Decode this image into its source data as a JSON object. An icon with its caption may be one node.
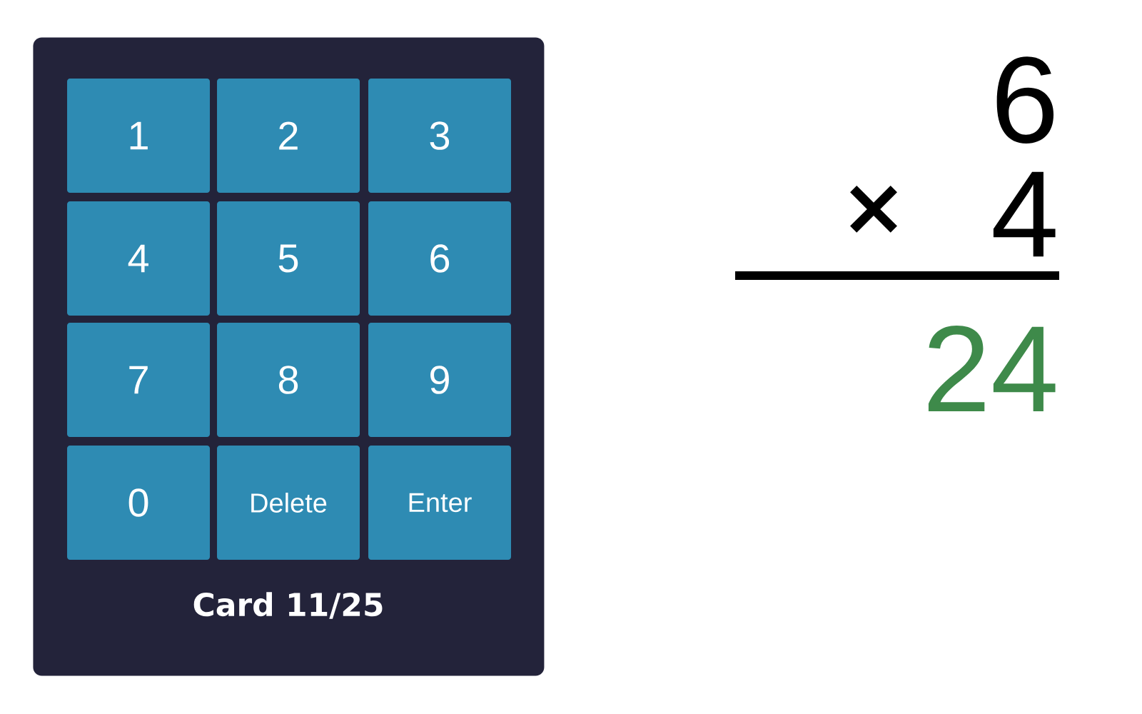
{
  "diagram": {
    "nodes": [
      {
        "text": [
          "Card 11/25"
        ]
      },
      {
        "text": [
          "1"
        ],
        "in": 0
      },
      {
        "text": [
          "2"
        ],
        "in": 0
      },
      {
        "text": [
          "3"
        ],
        "in": 0
      },
      {
        "text": [
          "4"
        ],
        "in": 0
      },
      {
        "text": [
          "5"
        ],
        "in": 0
      },
      {
        "text": [
          "6"
        ],
        "in": 0
      },
      {
        "text": [
          "7"
        ],
        "in": 0
      },
      {
        "text": [
          "8"
        ],
        "in": 0
      },
      {
        "text": [
          "9"
        ],
        "in": 0
      },
      {
        "text": [
          "0"
        ],
        "in": 0
      },
      {
        "text": [
          "Delete"
        ],
        "in": 0
      },
      {
        "text": [
          "Enter"
        ],
        "in": 0
      }
    ],
    "labels": [
      "6",
      "×",
      "4",
      "24"
    ]
  }
}
